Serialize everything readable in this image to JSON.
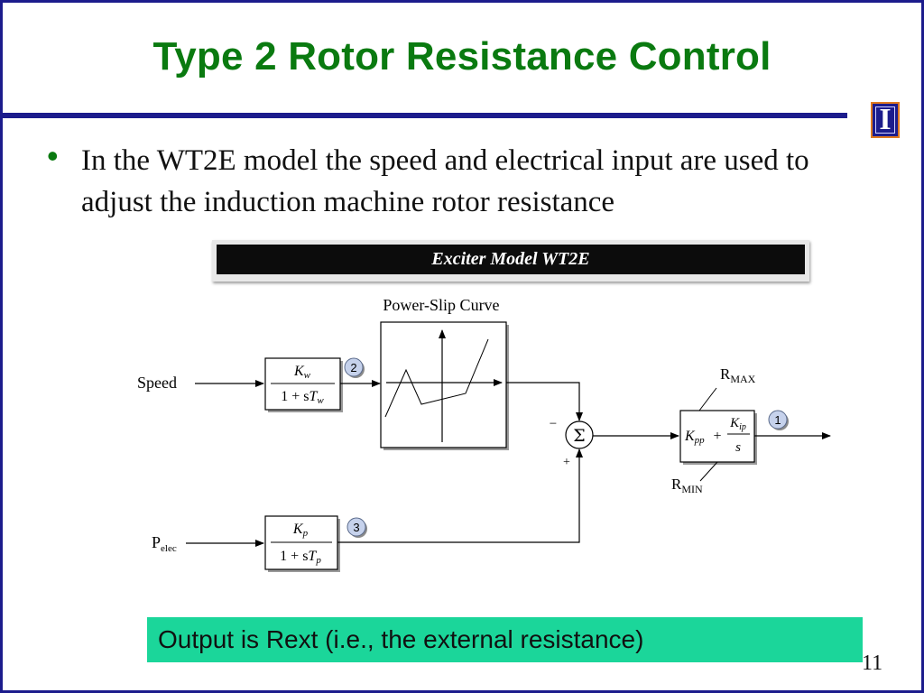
{
  "slide": {
    "title": "Type 2 Rotor Resistance Control",
    "bullet": "In the WT2E model the speed and electrical input are used to adjust the induction machine rotor resistance",
    "logo_glyph": "I",
    "note": "Output is Rext (i.e., the external resistance)",
    "page_number": "11",
    "colors": {
      "title": "#0a7a10",
      "border": "#1c1c8c",
      "note_bg": "#1bd69a"
    }
  },
  "diagram": {
    "header": "Exciter Model WT2E",
    "curve_title": "Power-Slip Curve",
    "inputs": {
      "speed": "Speed",
      "pelec_main": "P",
      "pelec_sub": "elec"
    },
    "block_w": {
      "num_k": "K",
      "num_sub": "w",
      "den_pre": "1 + s",
      "den_t": "T",
      "den_sub": "w",
      "badge": "2"
    },
    "block_p": {
      "num_k": "K",
      "num_sub": "p",
      "den_pre": "1 + s",
      "den_t": "T",
      "den_sub": "p",
      "badge": "3"
    },
    "summer": {
      "symbol": "Σ",
      "minus": "−",
      "plus": "+"
    },
    "pi_block": {
      "kpp": "K",
      "kpp_sub": "pp",
      "plus": "+",
      "kip": "K",
      "kip_sub": "ip",
      "s": "s",
      "badge": "1"
    },
    "limits": {
      "rmax_main": "R",
      "rmax_sub": "MAX",
      "rmin_main": "R",
      "rmin_sub": "MIN"
    }
  }
}
